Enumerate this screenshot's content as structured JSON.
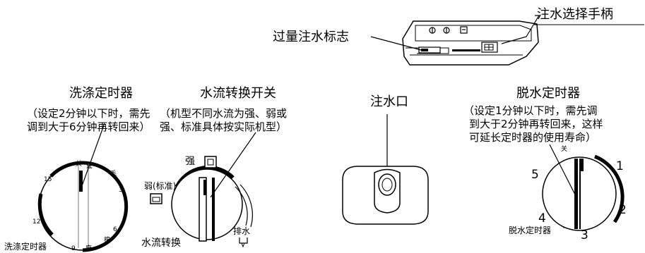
{
  "top_panel": {
    "overflow_label": "过量注水标志",
    "selector_label": "注水选择手柄"
  },
  "wash_timer": {
    "title": "洗涤定时器",
    "note_line1": "（设定2分钟以下时，需先",
    "note_line2": "调到大于6分钟再转回来）",
    "marks": {
      "off": "关",
      "silk": "丝",
      "wool": "毛",
      "m3": "3",
      "m6": "6",
      "cotton": "棉",
      "linen": "麻",
      "m9": "9",
      "m12": "12",
      "m15": "15"
    },
    "caption": "洗涤定时器"
  },
  "water_switch": {
    "title": "水流转换开关",
    "note_line1": "（机型不同水流为强、弱或",
    "note_line2": "强、标准具体按实际机型）",
    "strong": "强",
    "weak": "弱(标准)",
    "drain": "排水",
    "caption": "水流转换"
  },
  "water_inlet": {
    "title": "注水口"
  },
  "spin_timer": {
    "title": "脱水定时器",
    "note_line1": "（设定1分钟以下时，需先调",
    "note_line2": "到大于2分钟再转回来，这样",
    "note_line3": "可延长定时器的使用寿命）",
    "marks": {
      "off": "关",
      "n1": "1",
      "n2": "2",
      "n3": "3",
      "n4": "4",
      "n5": "5"
    },
    "caption": "脱水定时器"
  }
}
